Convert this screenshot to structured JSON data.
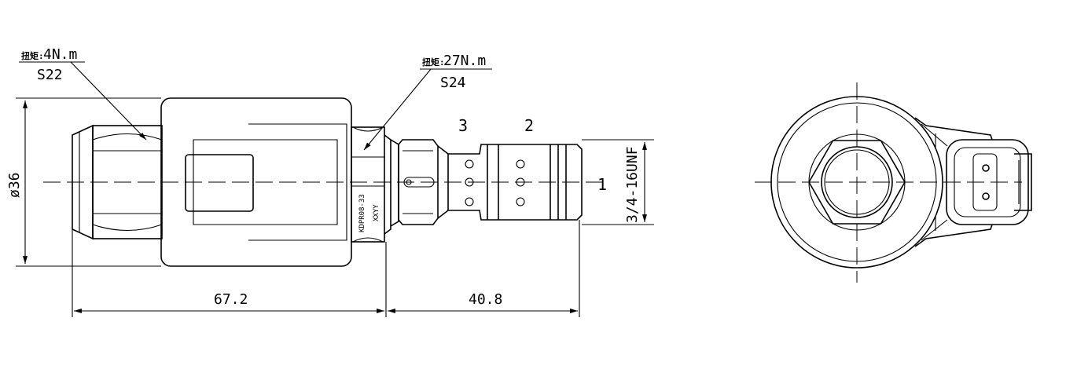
{
  "callouts": {
    "left": {
      "prefix": "扭矩:",
      "torque": "4N.m",
      "size": "S22"
    },
    "right": {
      "prefix": "扭矩:",
      "torque": "27N.m",
      "size": "S24"
    }
  },
  "dimensions": {
    "diameter": "ø36",
    "length_body": "67.2",
    "length_cartridge": "40.8",
    "thread": "3/4-16UNF"
  },
  "ports": {
    "p1": "1",
    "p2": "2",
    "p3": "3"
  },
  "marking": {
    "model": "KDPR08-33",
    "code": "XXYY"
  },
  "colors": {
    "line": "#000000",
    "background": "#ffffff"
  }
}
